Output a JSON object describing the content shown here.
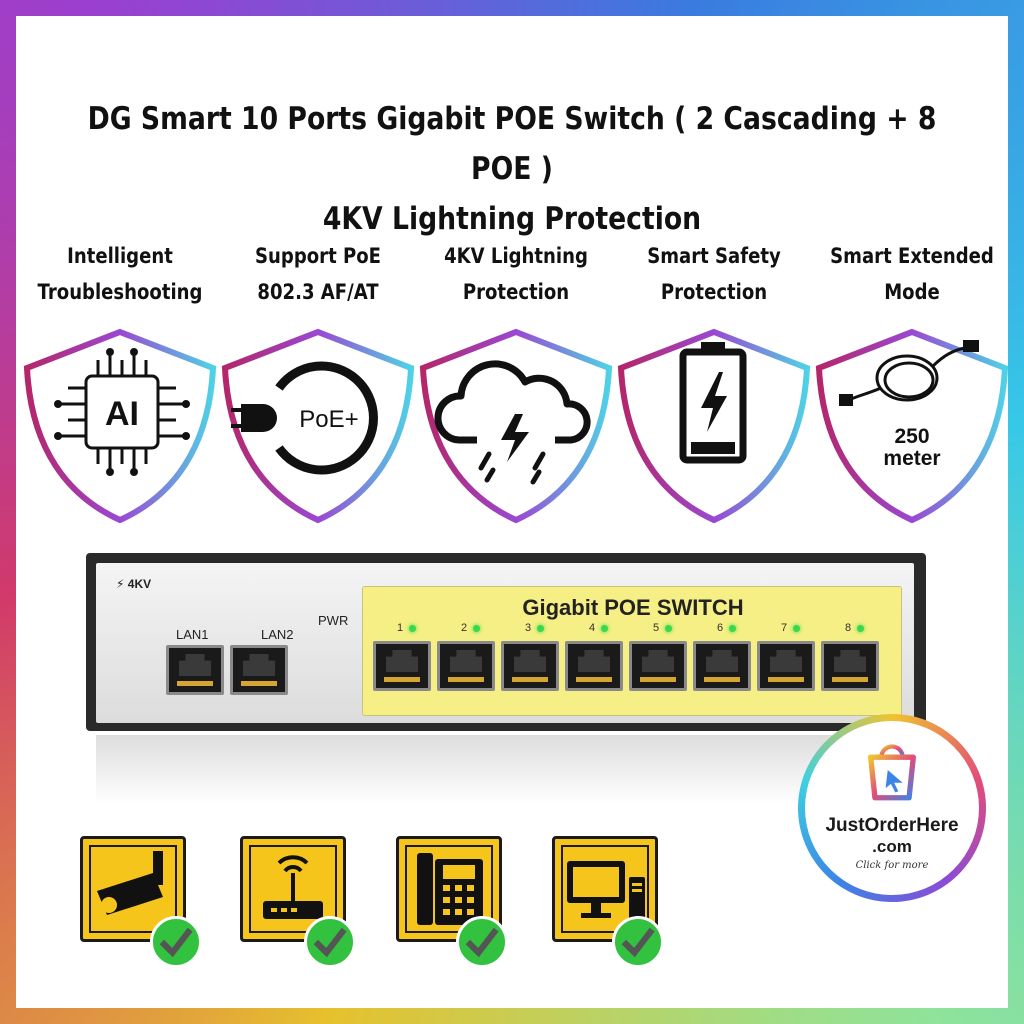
{
  "title": {
    "line1": "DG Smart 10 Ports Gigabit POE Switch ( 2 Cascading + 8 POE )",
    "line2": "4KV Lightning Protection"
  },
  "features": [
    {
      "line1": "Intelligent",
      "line2": "Troubleshooting",
      "icon": "ai-chip-icon",
      "icon_text": "AI"
    },
    {
      "line1": "Support PoE",
      "line2": "802.3 AF/AT",
      "icon": "power-plug-icon",
      "icon_text": "PoE+"
    },
    {
      "line1": "4KV Lightning",
      "line2": "Protection",
      "icon": "storm-cloud-icon"
    },
    {
      "line1": "Smart Safety",
      "line2": "Protection",
      "icon": "battery-icon"
    },
    {
      "line1": "Smart Extended",
      "line2": "Mode",
      "icon": "cable-icon",
      "icon_text1": "250",
      "icon_text2": "meter"
    }
  ],
  "device": {
    "badge": "4KV",
    "lan1": "LAN1",
    "lan2": "LAN2",
    "pwr": "PWR",
    "label": "Gigabit POE SWITCH",
    "ports": [
      "1",
      "2",
      "3",
      "4",
      "5",
      "6",
      "7",
      "8"
    ]
  },
  "applications": [
    "camera-icon",
    "router-icon",
    "phone-icon",
    "computer-icon"
  ],
  "store": {
    "name": "JustOrderHere",
    "domain": ".com",
    "tagline": "Click for more"
  },
  "colors": {
    "accent_yellow": "#f6c51b",
    "check_green": "#32c23f",
    "panel_yellow": "#f5ef86"
  }
}
